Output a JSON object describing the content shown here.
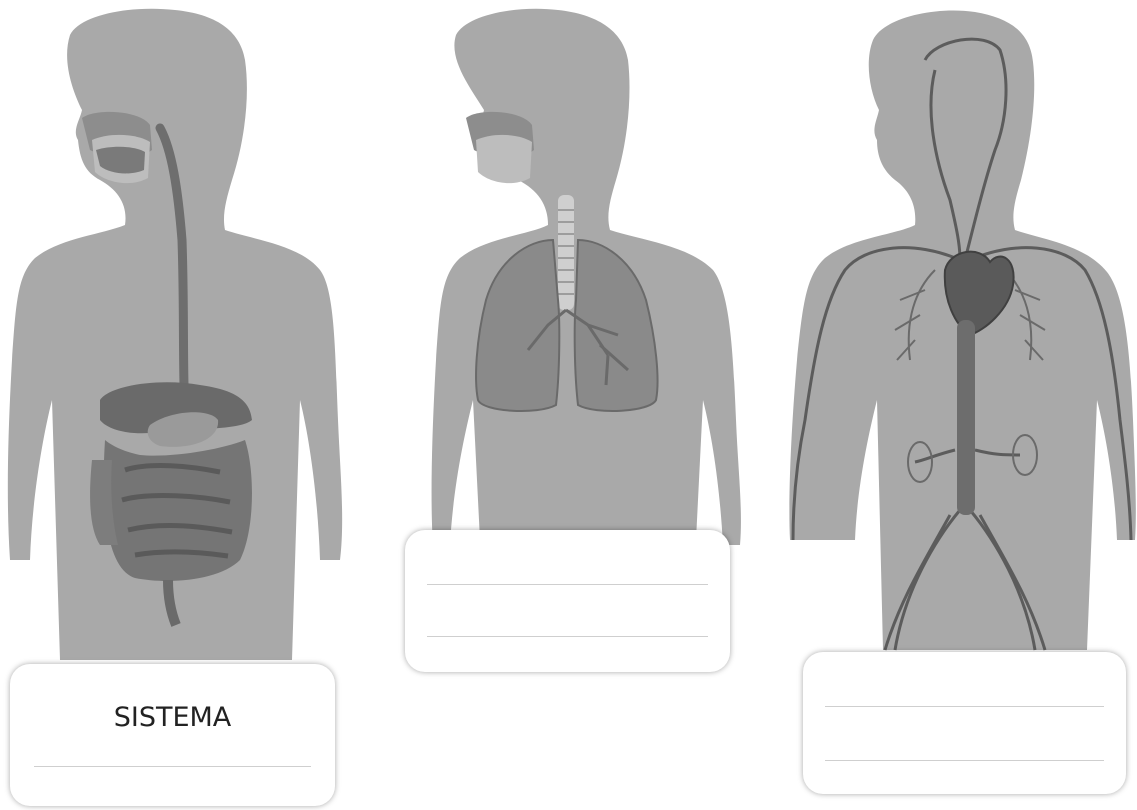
{
  "panels": [
    {
      "id": "digestive",
      "organ_set": "digestive-system",
      "label": {
        "title": "SISTEMA",
        "writing_lines": 1
      }
    },
    {
      "id": "respiratory",
      "organ_set": "respiratory-system",
      "label": {
        "title": "",
        "writing_lines": 2
      }
    },
    {
      "id": "circulatory",
      "organ_set": "circulatory-system",
      "label": {
        "title": "",
        "writing_lines": 2
      }
    }
  ],
  "colors": {
    "silhouette": "#a9a9a9",
    "organ_dark": "#6e6e6e",
    "organ_mid": "#8a8a8a",
    "vessel": "#5c5c5c",
    "background": "#ffffff"
  }
}
